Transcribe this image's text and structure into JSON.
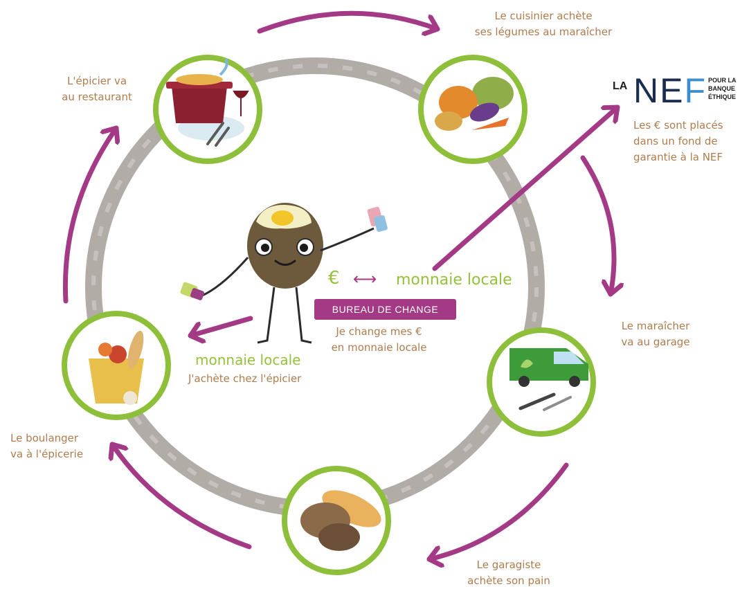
{
  "stages": {
    "cook": [
      "Le cuisinier achète",
      "ses légumes au maraîcher"
    ],
    "grocer_restaurant": [
      "L'épicier va",
      "au restaurant"
    ],
    "market_gardener": [
      "Le maraîcher",
      "va au garage"
    ],
    "mechanic": [
      "Le garagiste",
      "achète son pain"
    ],
    "baker": [
      "Le boulanger",
      "va à l'épicerie"
    ]
  },
  "nef": {
    "prefix": "LA",
    "logo": "NEF",
    "tagline": [
      "POUR LA",
      "BANQUE",
      "ÉTHIQUE"
    ],
    "note": [
      "Les € sont placés",
      "dans un fond de",
      "garantie à la NEF"
    ]
  },
  "exchange": {
    "euro_symbol": "€",
    "arrow": "⟷",
    "local_currency": "monnaie locale",
    "badge": "BUREAU DE CHANGE",
    "explanation": [
      "Je change mes €",
      "en monnaie locale"
    ]
  },
  "purchase": {
    "currency": "monnaie locale",
    "action": "J'achète chez l'épicier"
  },
  "colors": {
    "arrow": "#a43a86",
    "circle_ring": "#8dbf3a",
    "loop": "#a49e98",
    "text_brown": "#b07c4e",
    "text_green": "#94c13b",
    "nef_dark": "#1b2d4f",
    "nef_blue": "#3b8fd0"
  },
  "icons": [
    "restaurant-pot-icon",
    "vegetables-icon",
    "delivery-van-icon",
    "bread-icon",
    "grocery-bag-icon",
    "potato-mascot-icon"
  ]
}
